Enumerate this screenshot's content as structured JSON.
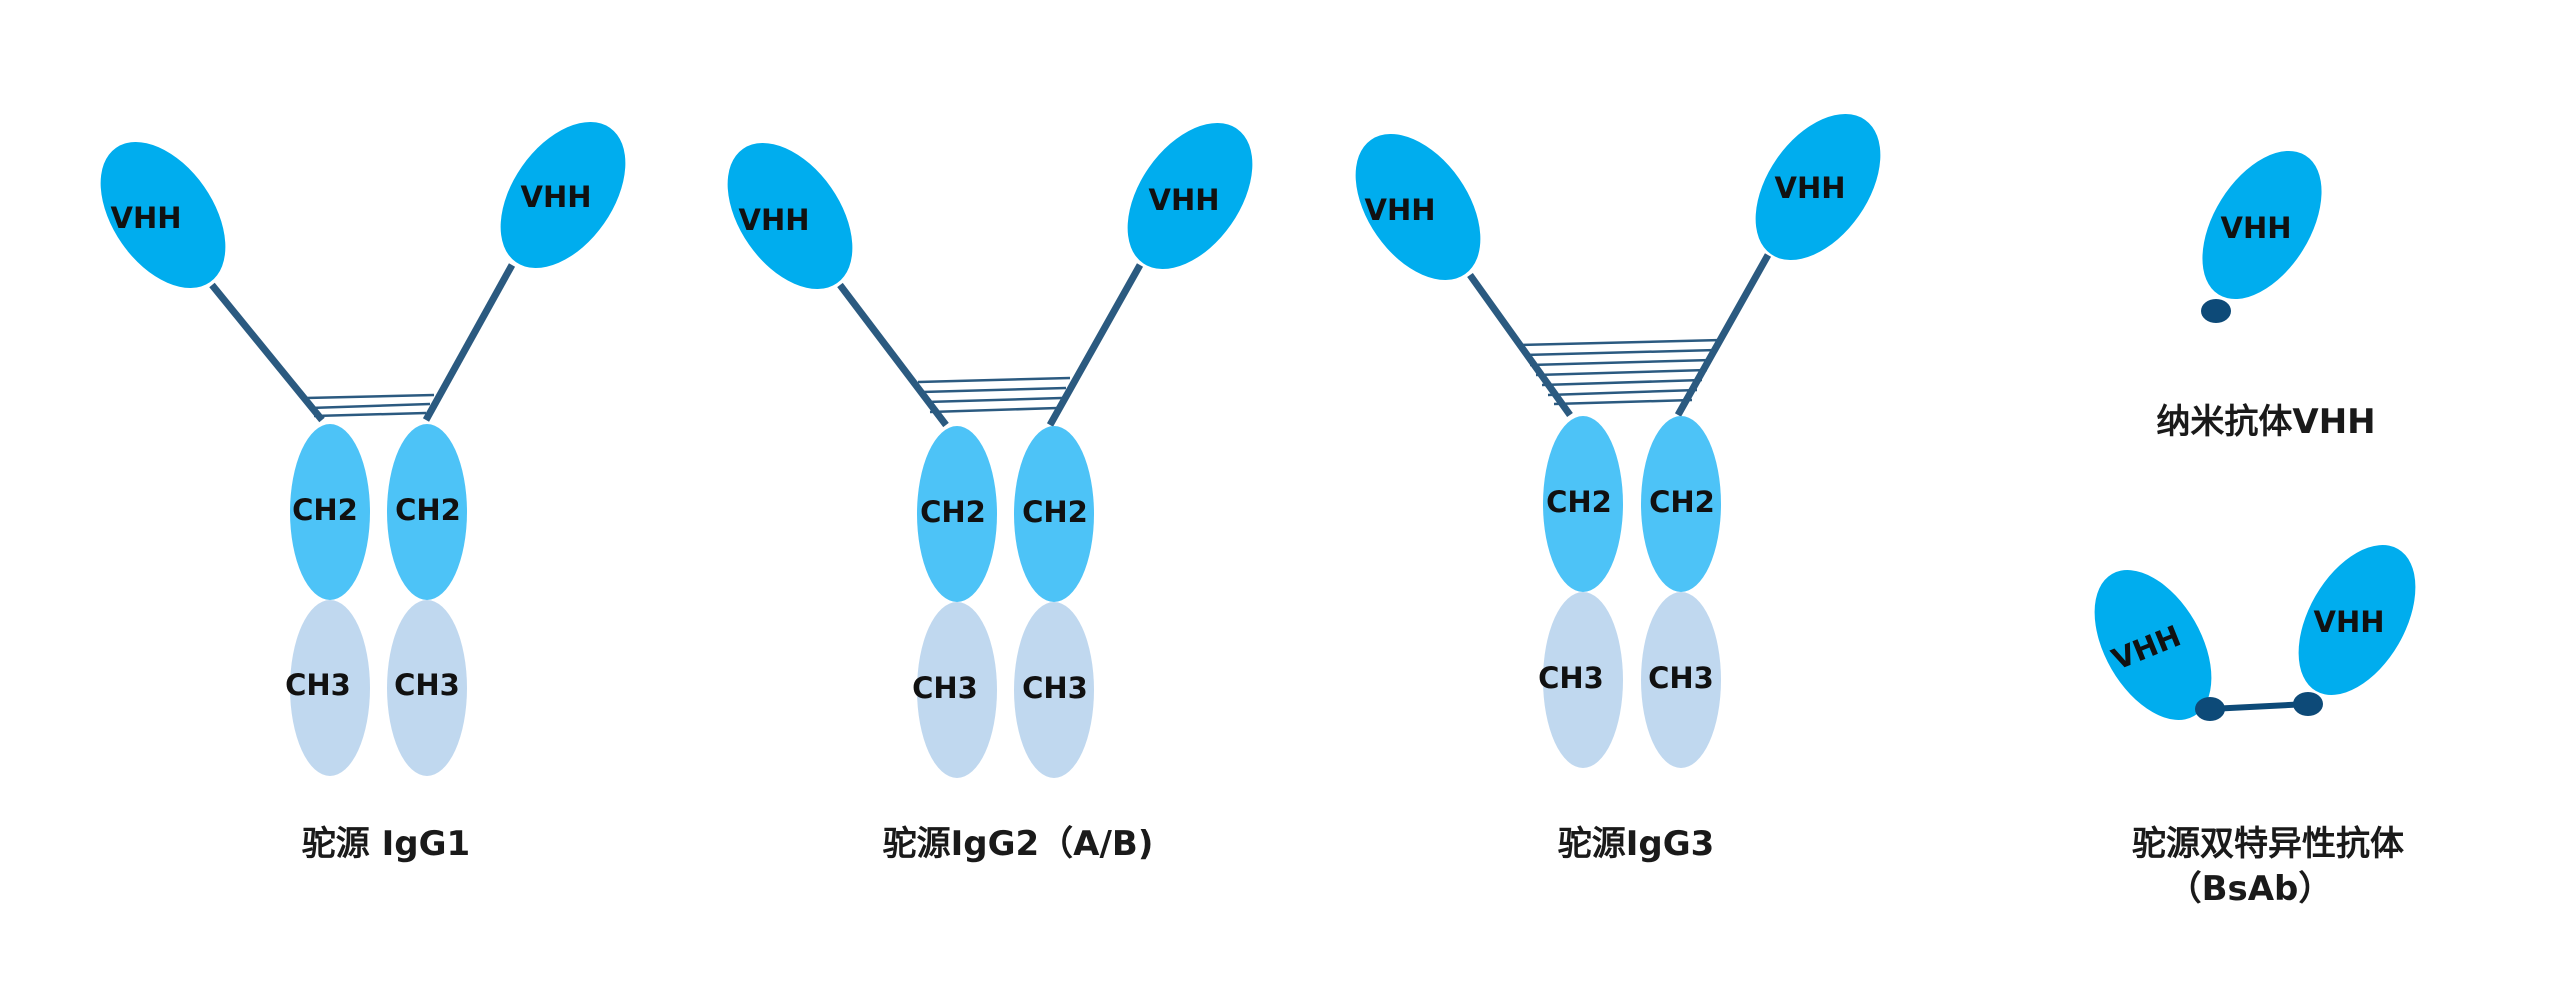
{
  "labels": {
    "vhh": "VHH",
    "ch2": "CH2",
    "ch3": "CH3"
  },
  "captions": {
    "igg1": "驼源 IgG1",
    "igg2": "驼源IgG2（A/B)",
    "igg3": "驼源IgG3",
    "nanobody": "纳米抗体VHH",
    "bsab_line1": "驼源双特异性抗体",
    "bsab_line2": "（BsAb）"
  },
  "colors": {
    "vhh": "#00adee",
    "ch2": "#4dc3f7",
    "ch3": "#c0d8ef",
    "linker": "#2b5a80",
    "node": "#0d4a78"
  }
}
